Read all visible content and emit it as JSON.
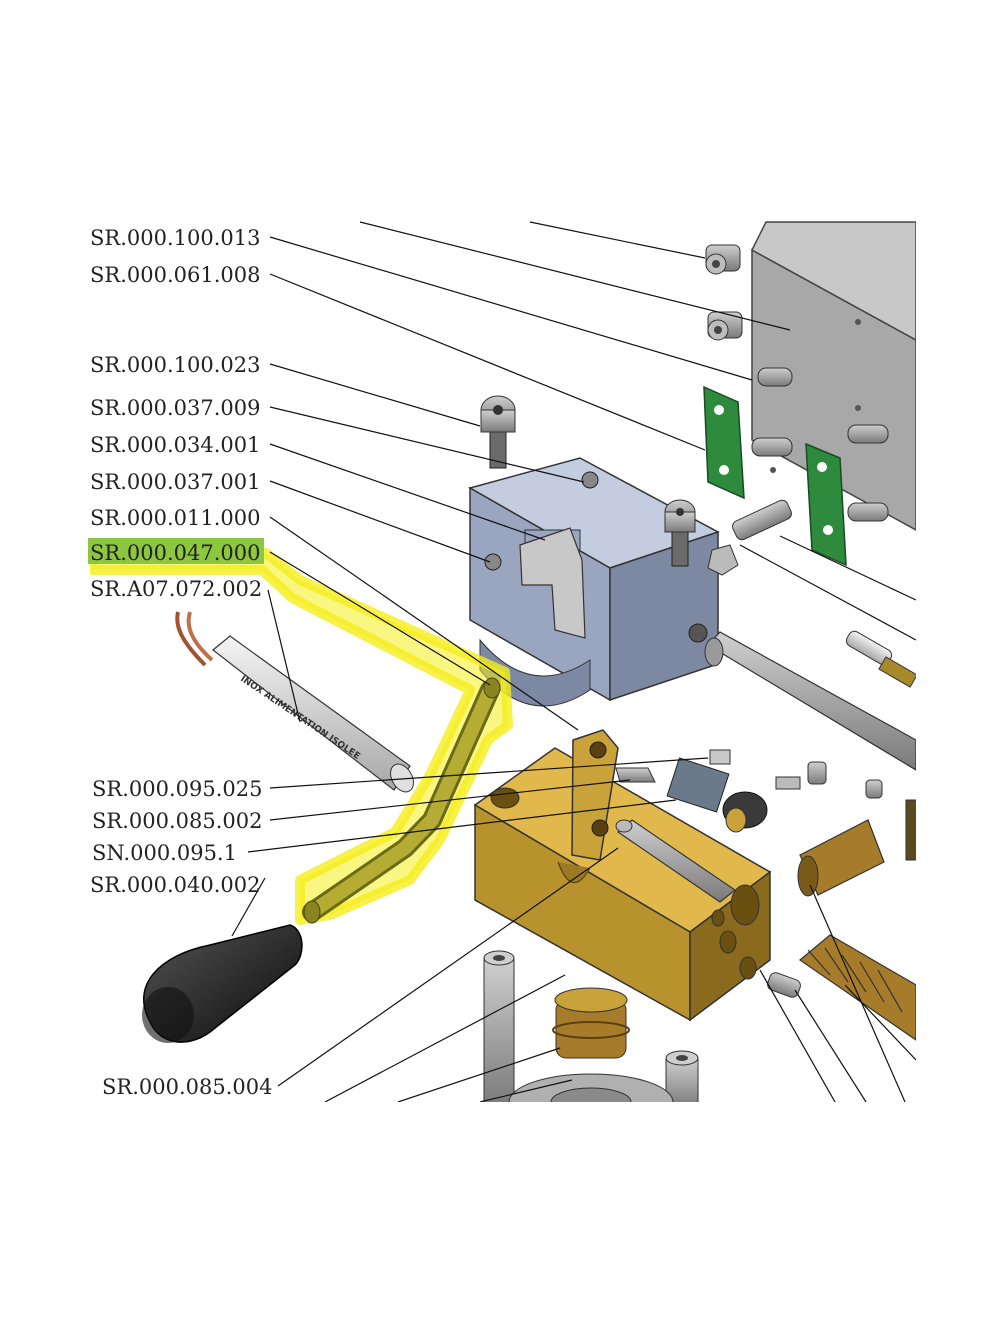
{
  "diagram": {
    "callouts": [
      {
        "id": "c1",
        "label": "SR.000.100.013"
      },
      {
        "id": "c2",
        "label": "SR.000.061.008"
      },
      {
        "id": "c3",
        "label": "SR.000.100.023"
      },
      {
        "id": "c4",
        "label": "SR.000.037.009"
      },
      {
        "id": "c5",
        "label": "SR.000.034.001"
      },
      {
        "id": "c6",
        "label": "SR.000.037.001"
      },
      {
        "id": "c7",
        "label": "SR.000.011.000"
      },
      {
        "id": "c8",
        "label": "SR.000.047.000",
        "highlighted": true
      },
      {
        "id": "c9",
        "label": "SR.A07.072.002"
      },
      {
        "id": "c10",
        "label": "SR.000.095.025"
      },
      {
        "id": "c11",
        "label": "SR.000.085.002"
      },
      {
        "id": "c12",
        "label": "SN.000.095.1"
      },
      {
        "id": "c13",
        "label": "SR.000.040.002"
      },
      {
        "id": "c14",
        "label": "SR.000.085.004"
      }
    ],
    "heater_print": "INOX ALIMENTATION ISOLEE",
    "colors": {
      "highlight": "#f5ee1c",
      "label_highlight": "#8dc63f",
      "brass": "#b8922c",
      "steel_block": "#9aa6bf",
      "gasket": "#2e8b3e",
      "plate": "#a9a9a9",
      "knob": "#1e1e1e"
    }
  }
}
